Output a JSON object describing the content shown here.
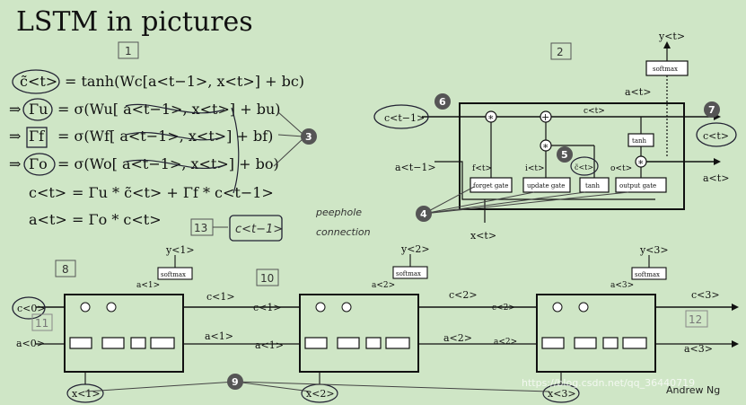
{
  "title": "LSTM in pictures",
  "equations": [
    {
      "lhs": "c̃<t>",
      "rhs": "= tanh(Wc[a<t−1>, x<t>] + bc)"
    },
    {
      "lhs": "Γu",
      "rhs": "= σ(Wu[ a<t−1>, x<t>] + bu)"
    },
    {
      "lhs": "Γf",
      "rhs": "= σ(Wf[ a<t−1>, x<t>] + bf)"
    },
    {
      "lhs": "Γo",
      "rhs": "= σ(Wo[ a<t−1>, x<t>] + bo)"
    },
    {
      "lhs": "c<t>",
      "rhs": "= Γu * c̃<t> + Γf * c<t−1>"
    },
    {
      "lhs": "a<t>",
      "rhs": "= Γo * c<t>"
    }
  ],
  "box_numbers": {
    "b1": "1",
    "b2": "2",
    "b8": "8",
    "b10": "10",
    "b11": "11",
    "b12": "12",
    "b13": "13"
  },
  "badges": {
    "b3": "3",
    "b4": "4",
    "b5": "5",
    "b6": "6",
    "b7": "7",
    "b9": "9"
  },
  "cell_labels": {
    "softmax": "softmax",
    "y_t": "y<t>",
    "a_t": "a<t>",
    "c_t": "c<t>",
    "c_tm1": "c<t−1>",
    "a_tm1": "a<t−1>",
    "x_t": "x<t>",
    "f_t": "f<t>",
    "i_t": "i<t>",
    "o_t": "o<t>",
    "ct_tilde": "c̃<t>",
    "forget_gate": "forget gate",
    "update_gate": "update gate",
    "tanh": "tanh",
    "output_gate": "output gate"
  },
  "handwritten": {
    "peephole": "peephole",
    "connection": "connection",
    "ct_minus": "c<t−1>"
  },
  "chain": {
    "y1": "y<1>",
    "y2": "y<2>",
    "y3": "y<3>",
    "a1": "a<1>",
    "a2": "a<2>",
    "a3": "a<3>",
    "a0": "a<0>",
    "c0": "c<0>",
    "c1": "c<1>",
    "c2": "c<2>",
    "c3": "c<3>",
    "x1": "x<1>",
    "x2": "x<2>",
    "x3": "x<3>"
  },
  "credit": "Andrew Ng",
  "watermark": "https://blog.csdn.net/qq_36440719"
}
